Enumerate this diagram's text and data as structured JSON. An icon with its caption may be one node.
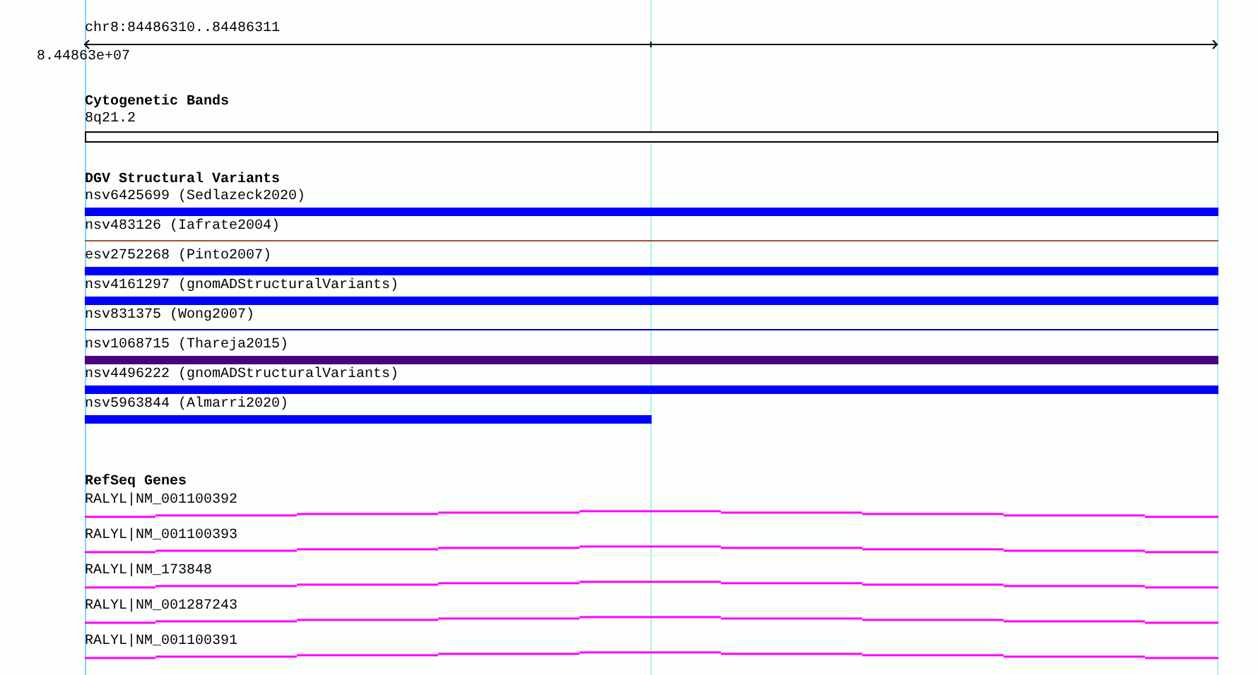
{
  "diagram": {
    "nodes": [
      {
        "text": [
          "Cytogenetic Bands"
        ]
      },
      {
        "text": [
          "8q21.2"
        ],
        "in": 0
      },
      {
        "text": [
          "DGV Structural Variants"
        ]
      },
      {
        "text": [
          "nsv6425699 (Sedlazeck2020)"
        ],
        "in": 2
      },
      {
        "text": [
          "nsv483126 (Iafrate2004)"
        ],
        "in": 2
      },
      {
        "text": [
          "esv2752268 (Pinto2007)"
        ],
        "in": 2
      },
      {
        "text": [
          "nsv4161297 (gnomADStructuralVariants)"
        ],
        "in": 2
      },
      {
        "text": [
          "nsv831375 (Wong2007)"
        ],
        "in": 2
      },
      {
        "text": [
          "nsv1068715 (Thareja2015)"
        ],
        "in": 2
      },
      {
        "text": [
          "nsv4496222 (gnomADStructuralVariants)"
        ],
        "in": 2
      },
      {
        "text": [
          "nsv5963844 (Almarri2020)"
        ],
        "in": 2
      },
      {
        "text": [
          "RefSeq Genes"
        ]
      },
      {
        "text": [
          "RALYL|NM_001100392"
        ],
        "in": 11
      },
      {
        "text": [
          "RALYL|NM_001100393"
        ],
        "in": 11
      },
      {
        "text": [
          "RALYL|NM_173848"
        ],
        "in": 11
      },
      {
        "text": [
          "RALYL|NM_001287243"
        ],
        "in": 11
      },
      {
        "text": [
          "RALYL|NM_001100391"
        ],
        "in": 11
      }
    ],
    "labels": [
      "chr8:84486310..84486311",
      "8.44863e+07"
    ]
  }
}
